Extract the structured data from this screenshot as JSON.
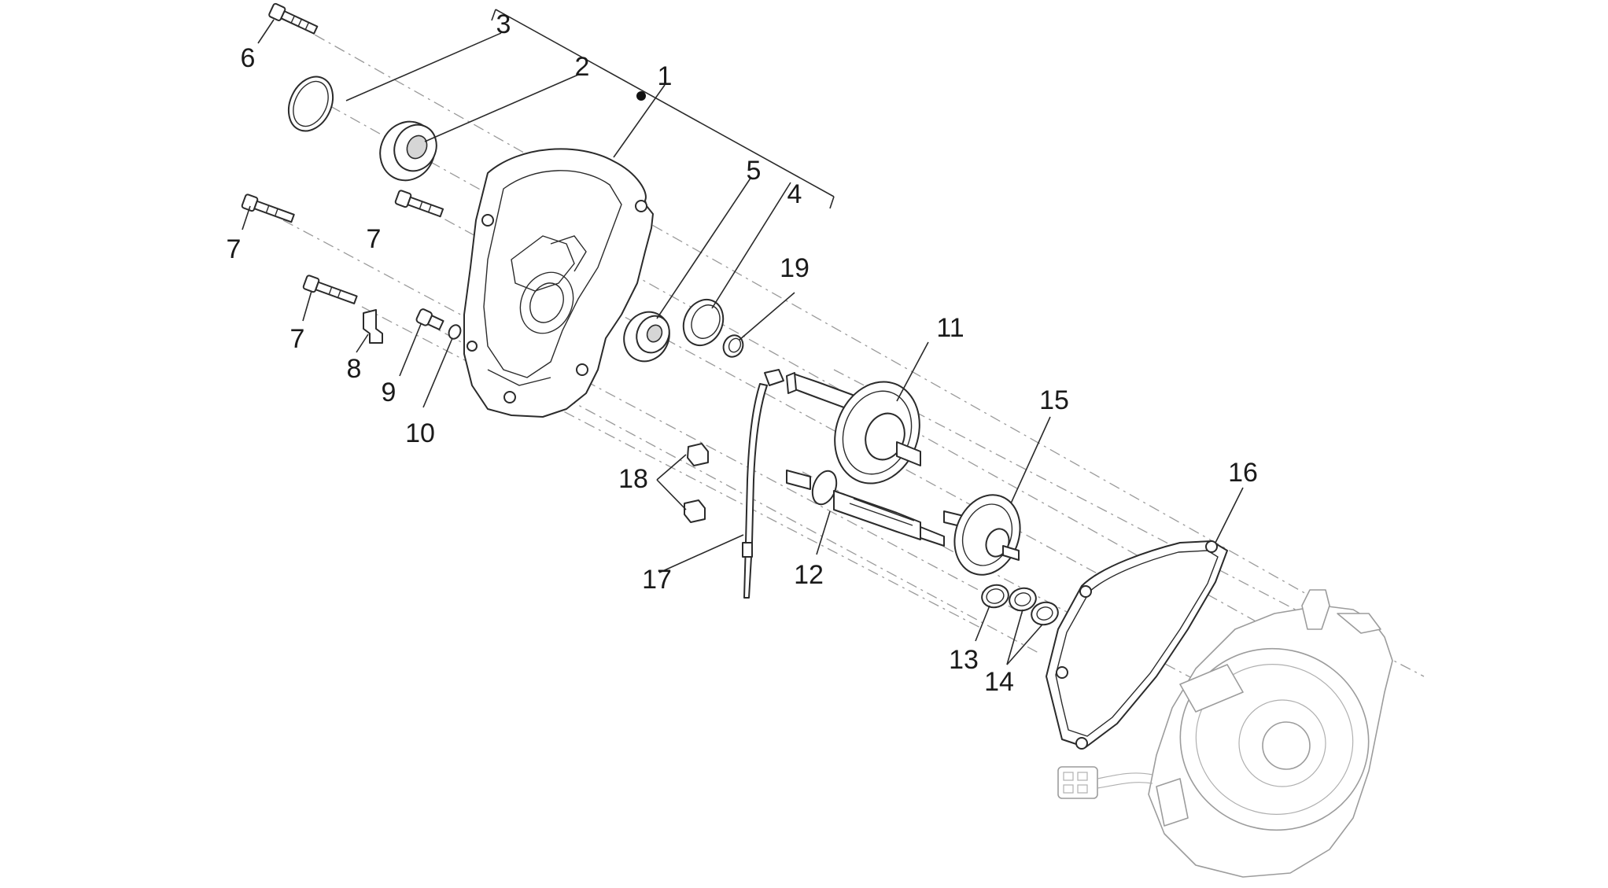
{
  "callouts": [
    {
      "id": "1",
      "text": "1"
    },
    {
      "id": "2",
      "text": "2"
    },
    {
      "id": "3",
      "text": "3"
    },
    {
      "id": "4",
      "text": "4"
    },
    {
      "id": "5",
      "text": "5"
    },
    {
      "id": "6",
      "text": "6"
    },
    {
      "id": "7a",
      "text": "7"
    },
    {
      "id": "7b",
      "text": "7"
    },
    {
      "id": "7c",
      "text": "7"
    },
    {
      "id": "8",
      "text": "8"
    },
    {
      "id": "9",
      "text": "9"
    },
    {
      "id": "10",
      "text": "10"
    },
    {
      "id": "11",
      "text": "11"
    },
    {
      "id": "12",
      "text": "12"
    },
    {
      "id": "13",
      "text": "13"
    },
    {
      "id": "14",
      "text": "14"
    },
    {
      "id": "15",
      "text": "15"
    },
    {
      "id": "16",
      "text": "16"
    },
    {
      "id": "17",
      "text": "17"
    },
    {
      "id": "18",
      "text": "18"
    },
    {
      "id": "19",
      "text": "19"
    }
  ],
  "colors": {
    "line": "#2b2b2b",
    "axis": "#9a9a9a",
    "faint": "#9c9c9c",
    "background": "#ffffff"
  },
  "icons": [
    "filled-dot-marker"
  ]
}
